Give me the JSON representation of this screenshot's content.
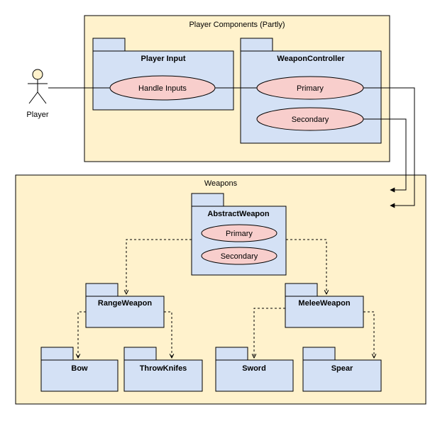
{
  "frames": {
    "player_components": "Player Components (Partly)",
    "weapons": "Weapons"
  },
  "actor": {
    "label": "Player"
  },
  "packages": {
    "player_input": {
      "title": "Player Input",
      "usecases": [
        "Handle Inputs"
      ]
    },
    "weapon_controller": {
      "title": "WeaponController",
      "usecases": [
        "Primary",
        "Secondary"
      ]
    },
    "abstract_weapon": {
      "title": "AbstractWeapon",
      "usecases": [
        "Primary",
        "Secondary"
      ]
    },
    "range_weapon": {
      "title": "RangeWeapon"
    },
    "melee_weapon": {
      "title": "MeleeWeapon"
    },
    "bow": {
      "title": "Bow"
    },
    "throw_knifes": {
      "title": "ThrowKnifes"
    },
    "sword": {
      "title": "Sword"
    },
    "spear": {
      "title": "Spear"
    }
  },
  "colors": {
    "frame_fill": "#fff2cc",
    "package_fill": "#d4e1f5",
    "usecase_fill": "#f8cecc",
    "actor_fill": "#fff2cc"
  }
}
